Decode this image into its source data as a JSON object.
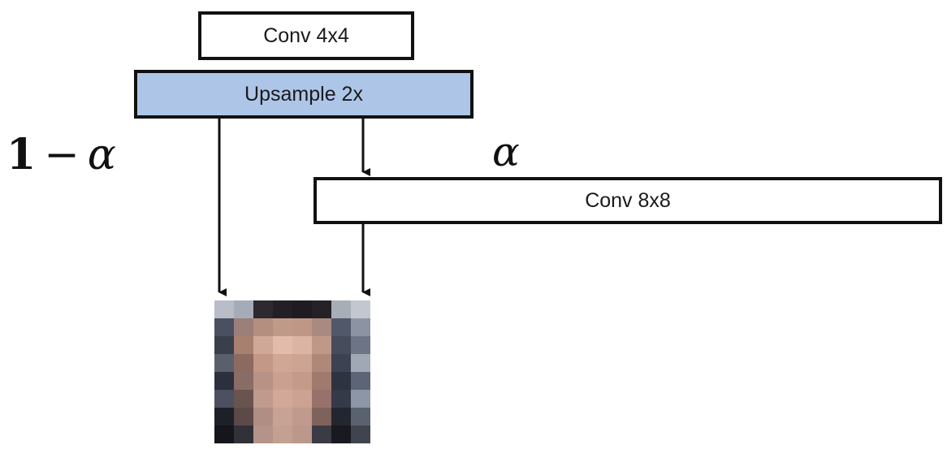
{
  "blocks": {
    "conv4": "Conv 4x4",
    "upsample": "Upsample 2x",
    "conv8": "Conv 8x8"
  },
  "weights": {
    "one": "1",
    "minus": "−",
    "alpha": "α"
  },
  "colors": {
    "upsample_fill": "#adc6e8",
    "block_border": "#111111",
    "arrow": "#111111"
  },
  "output_image": {
    "grid": [
      [
        "#b8bdc8",
        "#a5acb8",
        "#2c2a2e",
        "#222024",
        "#1e1c20",
        "#242226",
        "#a8aeb8",
        "#c2c7d0"
      ],
      [
        "#4a5060",
        "#9a8078",
        "#b48f80",
        "#c09a88",
        "#bf9786",
        "#a98a80",
        "#50586a",
        "#8c94a4"
      ],
      [
        "#3a3f4c",
        "#a88070",
        "#d0a898",
        "#e3bbaa",
        "#dcb4a3",
        "#c09888",
        "#464c5c",
        "#6c7486"
      ],
      [
        "#5a5f6c",
        "#8c6a60",
        "#c49886",
        "#d0a694",
        "#cda391",
        "#b08878",
        "#3c4252",
        "#a0a8b6"
      ],
      [
        "#2c303c",
        "#8a6c66",
        "#b89284",
        "#caa090",
        "#c49a8a",
        "#a07a6c",
        "#2e3340",
        "#5c6476"
      ],
      [
        "#4c5060",
        "#6a5450",
        "#c09a8c",
        "#d2a898",
        "#ccA292",
        "#96726a",
        "#343a48",
        "#8c96a6"
      ],
      [
        "#1e2028",
        "#5c4a48",
        "#b08e84",
        "#c8a292",
        "#c09a8c",
        "#7e625c",
        "#22262e",
        "#5a6270"
      ],
      [
        "#15161c",
        "#303238",
        "#b49488",
        "#c4a092",
        "#bc988a",
        "#3a3c44",
        "#181a20",
        "#40444e"
      ]
    ]
  }
}
